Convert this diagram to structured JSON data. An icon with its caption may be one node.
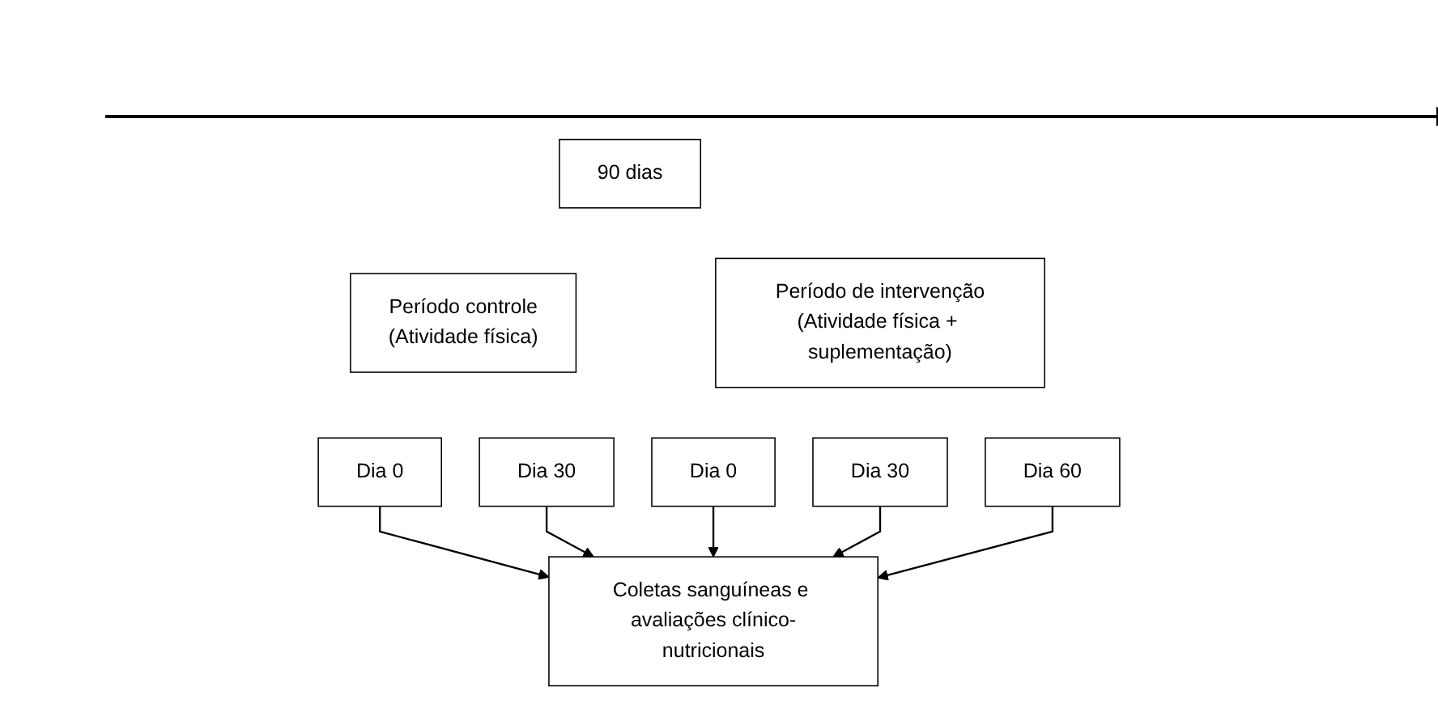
{
  "diagram": {
    "nodes": [
      {
        "text": [
          "90 dias"
        ]
      },
      {
        "text": [
          "Período controle",
          "(Atividade física)"
        ]
      },
      {
        "text": [
          "Período de intervenção",
          "(Atividade física + suplementação)"
        ]
      },
      {
        "text": [
          "Dia 0"
        ]
      },
      {
        "text": [
          "Dia 30"
        ]
      },
      {
        "text": [
          "Dia 0"
        ]
      },
      {
        "text": [
          "Dia 30"
        ]
      },
      {
        "text": [
          "Dia 60"
        ]
      },
      {
        "text": [
          "Coletas sanguíneas e avaliações clínico-nutricionais"
        ]
      }
    ],
    "edges": [
      {
        "from": 3,
        "to": 8,
        "arrow": "to"
      },
      {
        "from": 4,
        "to": 8,
        "arrow": "to"
      },
      {
        "from": 5,
        "to": 8,
        "arrow": "to"
      },
      {
        "from": 6,
        "to": 8,
        "arrow": "to"
      },
      {
        "from": 7,
        "to": 8,
        "arrow": "to"
      }
    ]
  }
}
